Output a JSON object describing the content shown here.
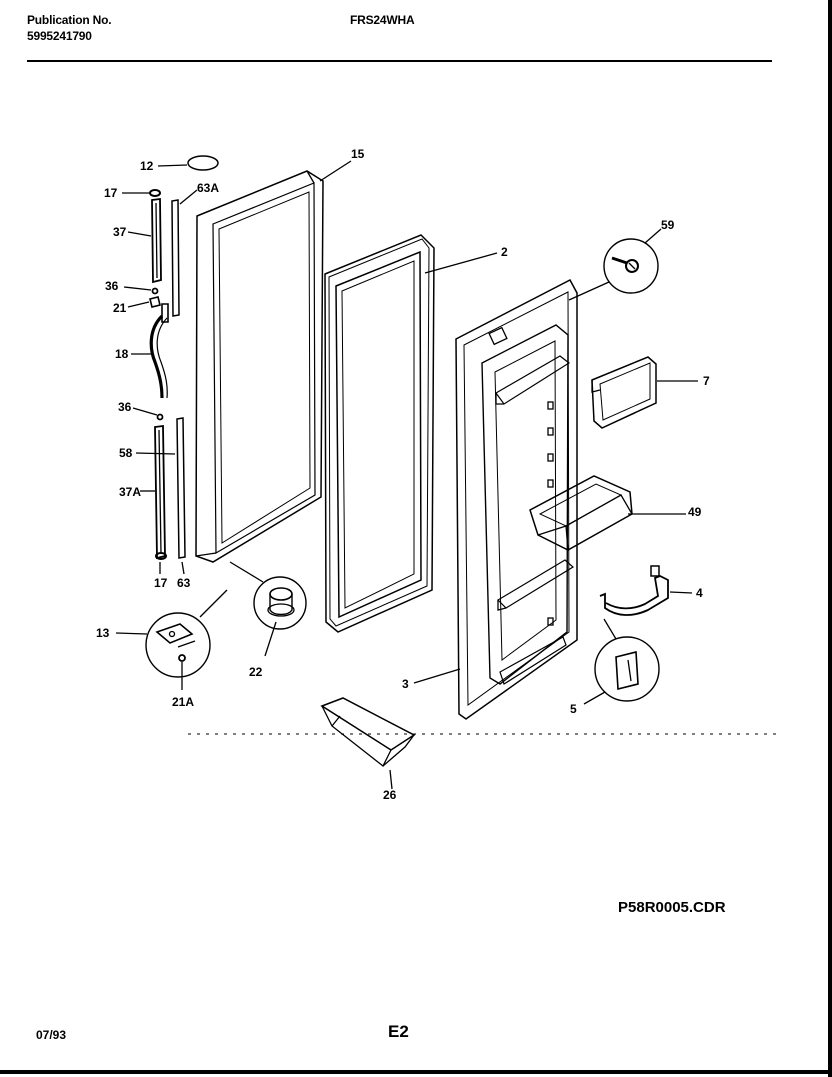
{
  "header": {
    "publication_label": "Publication No.",
    "publication_number": "5995241790",
    "model": "FRS24WHA"
  },
  "footer": {
    "drawing_file": "P58R0005.CDR",
    "date": "07/93",
    "page_code": "E2"
  },
  "callouts": {
    "c12": "12",
    "c17a": "17",
    "c63a": "63A",
    "c37": "37",
    "c36a": "36",
    "c21": "21",
    "c18": "18",
    "c36b": "36",
    "c58": "58",
    "c37a": "37A",
    "c17b": "17",
    "c63": "63",
    "c15": "15",
    "c2": "2",
    "c59": "59",
    "c7": "7",
    "c49": "49",
    "c4": "4",
    "c13": "13",
    "c21a": "21A",
    "c22": "22",
    "c3": "3",
    "c5": "5",
    "c26": "26"
  }
}
